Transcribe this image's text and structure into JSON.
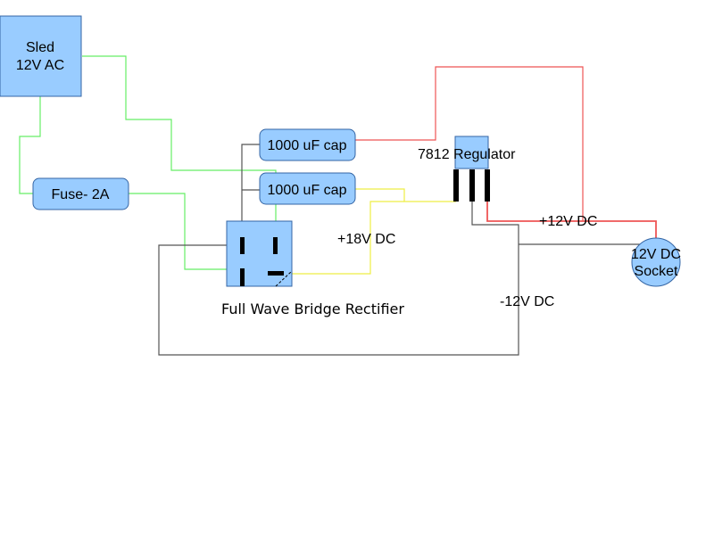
{
  "diagram": {
    "components": {
      "source": {
        "line1": "Sled",
        "line2": "12V AC"
      },
      "fuse": {
        "label": "Fuse- 2A"
      },
      "cap1": {
        "label": "1000 uF cap"
      },
      "cap2": {
        "label": "1000 uF cap"
      },
      "rectifier": {
        "label": "Full Wave Bridge Rectifier"
      },
      "regulator": {
        "label": "7812 Regulator"
      },
      "socket": {
        "line1": "12V DC",
        "line2": "Socket"
      }
    },
    "voltage_labels": {
      "plus18": "+18V DC",
      "plus12": "+12V DC",
      "minus12": "-12V DC"
    },
    "wire_colors": {
      "ac": "#66ee66",
      "dc18": "#ffff44",
      "dc12": "#ee4444",
      "ground": "#555555"
    },
    "component_fill": "#99ccff"
  }
}
